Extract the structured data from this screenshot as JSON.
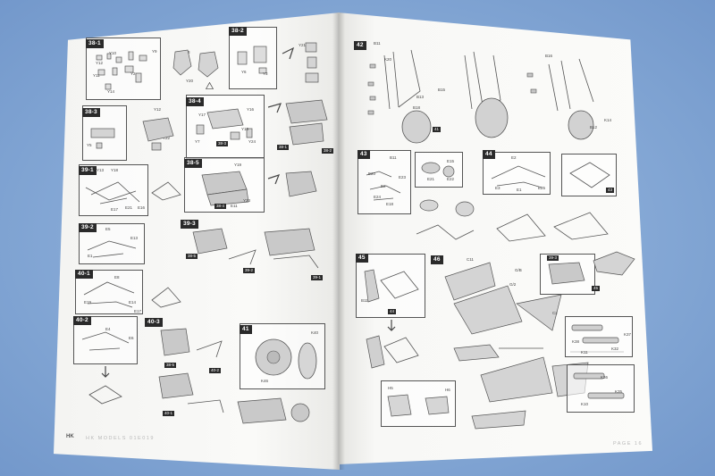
{
  "left_page": {
    "steps": [
      {
        "id": "38-1",
        "labels": [
          "Y12",
          "Y10",
          "Y9",
          "Y2",
          "Y11",
          "Y14",
          "Y8",
          "Y5",
          "Y20"
        ]
      },
      {
        "id": "38-2",
        "labels": [
          "Y21",
          "Y6",
          "Y3"
        ]
      },
      {
        "id": "38-3",
        "labels": [
          "Y12",
          "Y5",
          "Y22"
        ]
      },
      {
        "id": "38-4",
        "labels": [
          "Y17",
          "Y16",
          "Y7",
          "Y24",
          "Y15"
        ],
        "tags": [
          "38-3",
          "38-1",
          "38-2"
        ]
      },
      {
        "id": "39-1",
        "labels": [
          "Y13",
          "Y18",
          "E17",
          "E21",
          "E16"
        ]
      },
      {
        "id": "38-5",
        "labels": [
          "Y19",
          "Y23",
          "E11"
        ],
        "tags": [
          "38-4"
        ]
      },
      {
        "id": "39-2",
        "labels": [
          "E5",
          "E13",
          "E1"
        ]
      },
      {
        "id": "39-3",
        "labels": [],
        "tags": [
          "38-5",
          "39-2",
          "39-1"
        ]
      },
      {
        "id": "40-1",
        "labels": [
          "E8",
          "E14",
          "E19",
          "E17"
        ]
      },
      {
        "id": "40-2",
        "labels": [
          "E4",
          "E6"
        ]
      },
      {
        "id": "40-3",
        "labels": [],
        "tags": [
          "38-5",
          "40-2",
          "40-1"
        ]
      },
      {
        "id": "41",
        "labels": [
          "K40",
          "K46"
        ]
      }
    ],
    "footer_logo": "HK",
    "footer_text": "HK MODELS 01E019"
  },
  "right_page": {
    "steps": [
      {
        "id": "42",
        "labels": [
          "B11",
          "K20",
          "B15",
          "B13",
          "B18",
          "B16",
          "K14",
          "B12"
        ],
        "tags": [
          "41"
        ]
      },
      {
        "id": "43",
        "labels": [
          "B11",
          "E20",
          "E23",
          "E2",
          "E24",
          "E18",
          "E15",
          "E21",
          "E22"
        ]
      },
      {
        "id": "44",
        "labels": [
          "E2",
          "E3",
          "E1",
          "E25"
        ],
        "tags": [
          "43"
        ]
      },
      {
        "id": "45",
        "labels": [
          "B11"
        ],
        "tags": [
          "44"
        ]
      },
      {
        "id": "46",
        "labels": [
          "C11",
          "G/B",
          "G/2",
          "C2",
          "K38",
          "K37",
          "K32",
          "K11",
          "K36",
          "K10",
          "K35",
          "H5",
          "H6"
        ],
        "tags": [
          "39-3",
          "45"
        ]
      }
    ],
    "footer_text": "PAGE 16"
  },
  "colors": {
    "background": "#86a9d6",
    "paper": "#f8f8f6",
    "badge": "#2a2a2a",
    "line": "#555555"
  }
}
